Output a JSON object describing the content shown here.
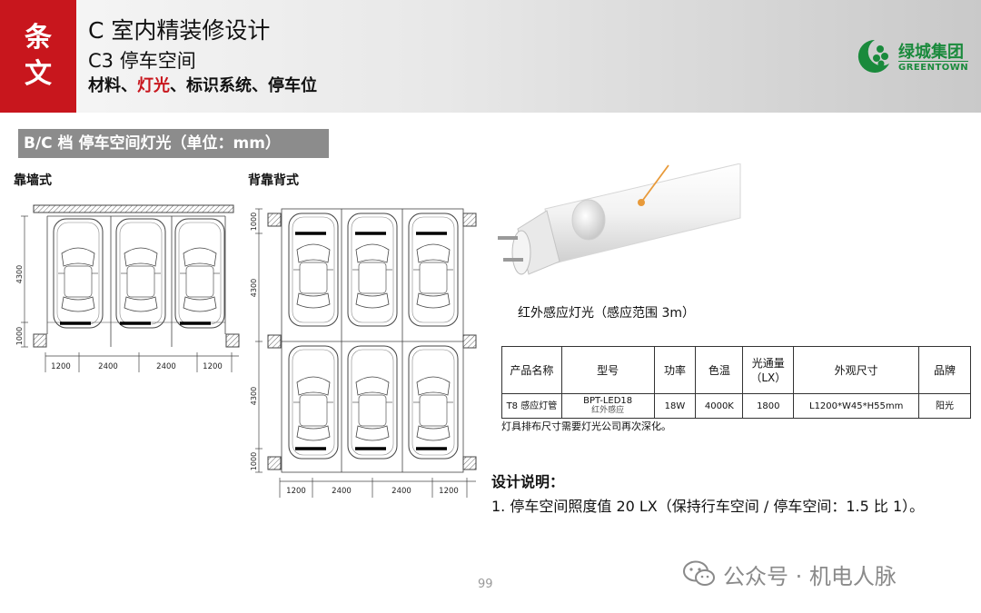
{
  "header": {
    "side_tag": [
      "条",
      "文"
    ],
    "title_main": "C 室内精装修设计",
    "title_sub": "C3 停车空间",
    "topics_prefix": "材料、",
    "topics_highlight": "灯光",
    "topics_suffix": "、标识系统、停车位"
  },
  "logo": {
    "name_cn": "绿城集团",
    "name_en": "GREENTOWN"
  },
  "section_title": "B/C 档 停车空间灯光（单位：mm）",
  "drawings": {
    "wall_type": {
      "label": "靠墙式",
      "dim_vertical": [
        "4300",
        "1000"
      ],
      "dim_horizontal": [
        "1200",
        "2400",
        "2400",
        "1200"
      ]
    },
    "back_to_back": {
      "label": "背靠背式",
      "dim_vertical": [
        "1000",
        "4300",
        "4300",
        "1000"
      ],
      "dim_horizontal": [
        "1200",
        "2400",
        "2400",
        "1200"
      ]
    }
  },
  "product": {
    "caption": "红外感应灯光（感应范围 3m）",
    "table": {
      "headers": [
        "产品名称",
        "型号",
        "功率",
        "色温",
        "光通量\n（LX）",
        "外观尺寸",
        "品牌"
      ],
      "row": {
        "name": "T8 感应灯管",
        "model": "BPT-LED18",
        "model_sub": "红外感应",
        "power": "18W",
        "color_temp": "4000K",
        "flux": "1800",
        "size": "L1200*W45*H55mm",
        "brand": "阳光"
      }
    },
    "note": "灯具排布尺寸需要灯光公司再次深化。"
  },
  "design": {
    "title": "设计说明：",
    "item_1": "1. 停车空间照度值 20 LX（保持行车空间 / 停车空间：1.5 比 1）。"
  },
  "page_number": "99",
  "watermark": "公众号 · 机电人脉",
  "colors": {
    "brand_red": "#c8161d",
    "brand_green": "#1a8a3c",
    "section_gray": "#8c8c8c"
  }
}
